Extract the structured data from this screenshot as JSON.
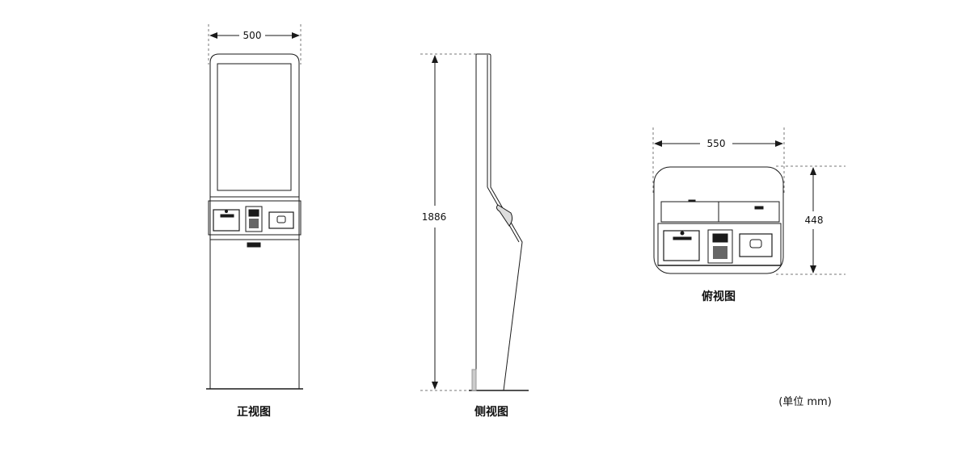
{
  "front_view": {
    "label": "正视图",
    "width_dim": "500"
  },
  "side_view": {
    "label": "侧视图",
    "height_dim": "1886"
  },
  "top_view": {
    "label": "俯视图",
    "width_dim": "550",
    "depth_dim": "448"
  },
  "unit_note": "(单位 mm)",
  "colors": {
    "line": "#1a1a1a",
    "light_line": "#888888",
    "fill_light": "#eeeeee"
  }
}
